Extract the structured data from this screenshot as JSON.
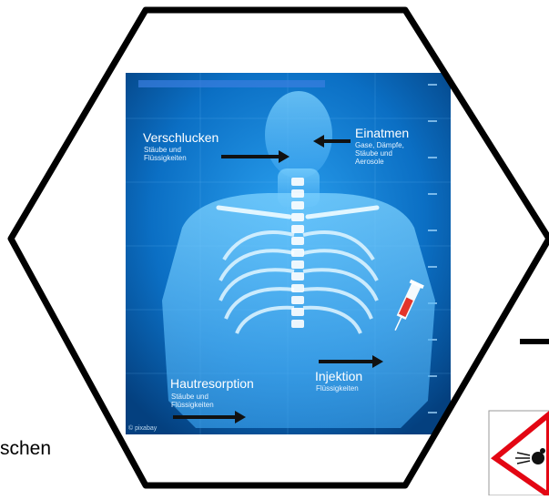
{
  "labels": {
    "verschlucken": "Verschlucken",
    "verschlucken_sub": [
      "Stäube und",
      "Flüssigkeiten"
    ],
    "einatmen": "Einatmen",
    "einatmen_sub": [
      "Gase, Dämpfe,",
      "Stäube und",
      "Aerosole"
    ],
    "hautresorption": "Hautresorption",
    "hautresorption_sub": [
      "Stäube und",
      "Flüssigkeiten"
    ],
    "injektion": "Injektion",
    "injektion_sub": "Flüssigkeiten"
  },
  "credit": "© pixabay",
  "bottom_text": "schen",
  "colors": {
    "frame": "#000000",
    "image_bg": "#0b6fc4",
    "arrow": "#111111",
    "ghs_red": "#e30613"
  }
}
